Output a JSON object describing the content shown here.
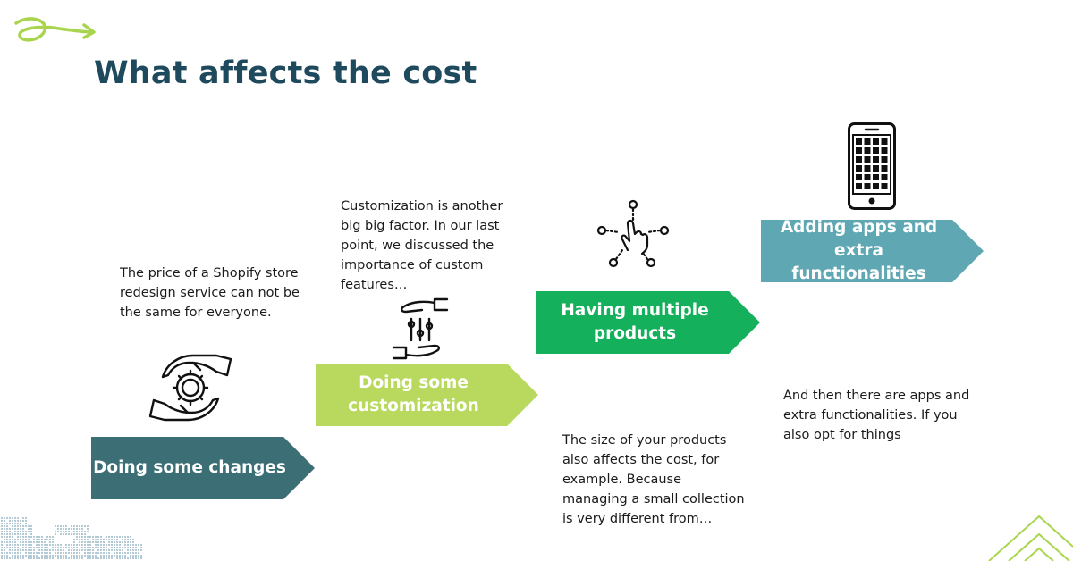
{
  "title": "What affects the cost",
  "colors": {
    "title": "#1f4a5e",
    "step1": "#3b6f75",
    "step2": "#b9d95e",
    "step3": "#14b05c",
    "step4": "#5ea7b3",
    "accent_swirl": "#a9d54e"
  },
  "steps": [
    {
      "label": "Doing some changes",
      "description": "The price of a Shopify store redesign service can not be the same for everyone.",
      "icon": "gear-hands-icon"
    },
    {
      "label": "Doing some customization",
      "description": "Customization is another big big factor. In our last point, we discussed the importance of custom features…",
      "icon": "sliders-hands-icon"
    },
    {
      "label": "Having multiple products",
      "description": "The size of your products also affects the cost, for example. Because managing a small collection is very different from…",
      "icon": "touch-network-icon"
    },
    {
      "label": "Adding apps and extra functionalities",
      "description": "And then there are apps and extra functionalities. If you also opt for things",
      "icon": "smartphone-icon"
    }
  ]
}
